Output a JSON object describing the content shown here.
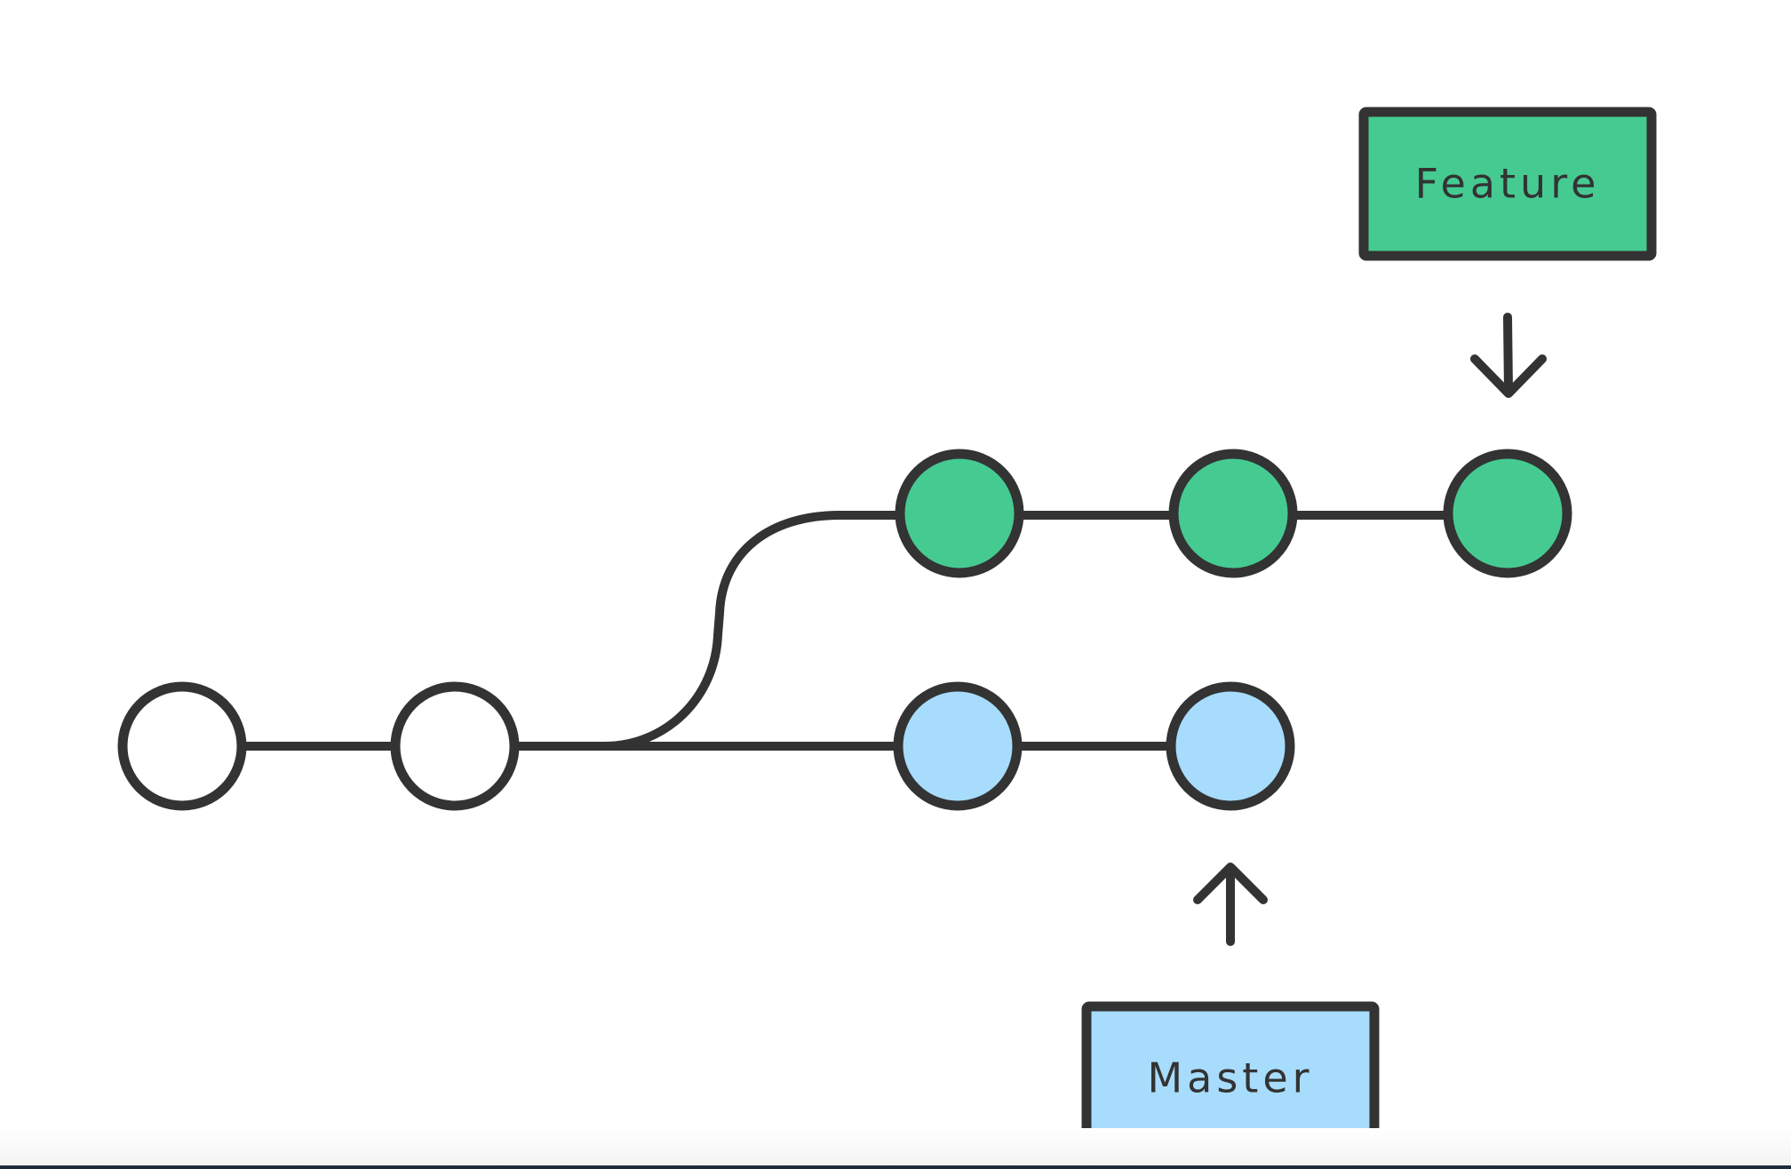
{
  "diagram": {
    "branches": {
      "feature": {
        "label": "Feature",
        "color": "#45cb92"
      },
      "master": {
        "label": "Master",
        "color": "#a7dcfc"
      }
    },
    "colors": {
      "stroke": "#333333",
      "base_commit": "#ffffff"
    },
    "commits": {
      "shared": 2,
      "master": 2,
      "feature": 3
    }
  }
}
